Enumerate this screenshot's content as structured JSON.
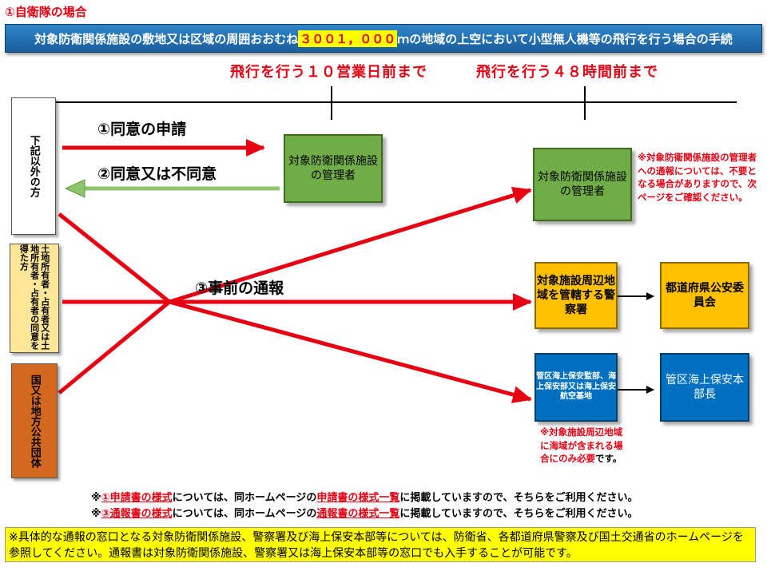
{
  "header": {
    "section_title": "①自衛隊の場合"
  },
  "banner": {
    "text_before": "対象防衛関係施設の敷地又は区域の周囲おおむね",
    "distance": "３００１，０００",
    "text_after": "ｍの地域の上空において小型無人機等の飛行を行う場合の手続"
  },
  "timeline": {
    "deadline_10": "飛行を行う１０営業日前まで",
    "deadline_48": "飛行を行う４８時間前まで"
  },
  "applicants": {
    "other": "下記以外の方",
    "landowner": "土地所有者・占有者又は土地所有者・占有者の同意を得た方",
    "government": "国又は地方公共団体"
  },
  "steps": {
    "apply": "①同意の申請",
    "response": "②同意又は不同意",
    "notify": "③事前の通報"
  },
  "boxes": {
    "facility_manager_1": "対象防衛関係施設の管理者",
    "facility_manager_2": "対象防衛関係施設の管理者",
    "police_station": "対象施設周辺地域を管轄する警察署",
    "public_safety": "都道府県公安委員会",
    "coast_guard_office": "管区海上保安監部、海上保安部又は海上保安航空基地",
    "coast_guard_hq": "管区海上保安本部長"
  },
  "notes": {
    "manager_note": "※対象防衛関係施設の管理者への通報については、不要となる場合がありますので、次ページをご確認ください。",
    "sea_note_red": "※対象施設周辺地域に海域が含まれる場合にのみ必要",
    "sea_note_black": "です。"
  },
  "footer_lines": {
    "line1_pre": "※",
    "line1_link": "①申請書の様式",
    "line1_mid": "については、同ホームページの",
    "line1_link2": "申請書の様式一覧",
    "line1_post": "に掲載していますので、そちらをご利用ください。",
    "line2_pre": "※",
    "line2_link": "③通報書の様式",
    "line2_mid": "については、同ホームページの",
    "line2_link2": "通報書の様式一覧",
    "line2_post": "に掲載していますので、そちらをご利用ください。"
  },
  "footer_note": "※具体的な通報の窓口となる対象防衛関係施設、警察署及び海上保安本部等については、防衛省、各都道府県警察及び国土交通省のホームページを参照してください。通報書は対象防衛関係施設、警察署又は海上保安本部等の窓口でも入手することが可能です。",
  "colors": {
    "red": "#e60012",
    "blue_banner": "#1f6fb5",
    "green_box": "#70ad47",
    "yellow_box": "#ffc000",
    "blue_box": "#0070c0",
    "brown_box": "#d2691e",
    "footer_bg": "#ffff00"
  }
}
